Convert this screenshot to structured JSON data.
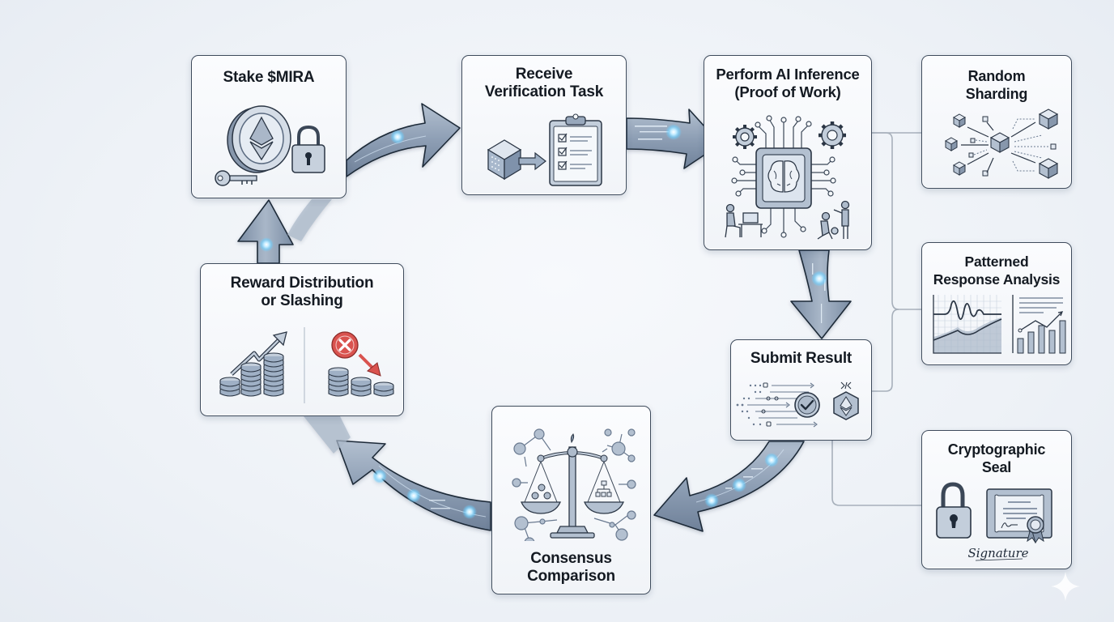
{
  "diagram": {
    "type": "cyclic-process-flow",
    "steps": [
      {
        "id": "stake",
        "title_lines": [
          "Stake $MIRA"
        ],
        "icons": [
          "coin-icon",
          "padlock-icon",
          "key-icon"
        ]
      },
      {
        "id": "receive",
        "title_lines": [
          "Receive",
          "Verification Task"
        ],
        "icons": [
          "data-cube-icon",
          "arrow-right-icon",
          "clipboard-checklist-icon"
        ]
      },
      {
        "id": "inference",
        "title_lines": [
          "Perform AI Inference",
          "(Proof of Work)"
        ],
        "icons": [
          "ai-chip-brain-icon",
          "gear-icon",
          "gear-icon",
          "person-at-desk-icon",
          "people-working-icon"
        ]
      },
      {
        "id": "submit",
        "title_lines": [
          "Submit Result"
        ],
        "icons": [
          "data-stream-icon",
          "checkmark-circle-icon",
          "ethereum-hexagon-icon"
        ]
      },
      {
        "id": "consensus",
        "title_lines": [
          "Consensus",
          "Comparison"
        ],
        "icons": [
          "balance-scale-icon",
          "network-nodes-icon"
        ]
      },
      {
        "id": "reward",
        "title_lines": [
          "Reward Distribution",
          "or Slashing"
        ],
        "icons": [
          "rising-coin-stacks-icon",
          "trend-up-arrow-icon",
          "x-circle-icon",
          "falling-coin-stacks-icon"
        ]
      }
    ],
    "side_features": [
      {
        "id": "sharding",
        "title_lines": [
          "Random",
          "Sharding"
        ],
        "icons": [
          "shard-cubes-icon"
        ]
      },
      {
        "id": "pattern",
        "title_lines": [
          "Patterned",
          "Response Analysis"
        ],
        "icons": [
          "waveform-chart-icon",
          "bar-chart-icon"
        ]
      },
      {
        "id": "seal",
        "title_lines": [
          "Cryptographic",
          "Seal"
        ],
        "icons": [
          "padlock-icon",
          "certificate-icon",
          "ribbon-seal-icon"
        ],
        "signature_text": "Signature"
      }
    ],
    "flow": [
      {
        "from": "stake",
        "to": "receive"
      },
      {
        "from": "receive",
        "to": "inference"
      },
      {
        "from": "inference",
        "to": "submit"
      },
      {
        "from": "submit",
        "to": "consensus"
      },
      {
        "from": "consensus",
        "to": "reward"
      },
      {
        "from": "reward",
        "to": "stake"
      }
    ],
    "connectors": [
      {
        "from": "inference",
        "to": "sharding"
      },
      {
        "from": "inference",
        "to": "pattern"
      },
      {
        "from": "submit",
        "to": "pattern"
      },
      {
        "from": "submit",
        "to": "seal"
      }
    ],
    "colors": {
      "card_border": "#3e4b5c",
      "arrow_fill": "#8c9db3",
      "arrow_stroke": "#1f2a38",
      "glow": "#6fd0ff",
      "connector": "#a7b0bb",
      "slash_red": "#d9534f",
      "title_text": "#141a22"
    }
  }
}
